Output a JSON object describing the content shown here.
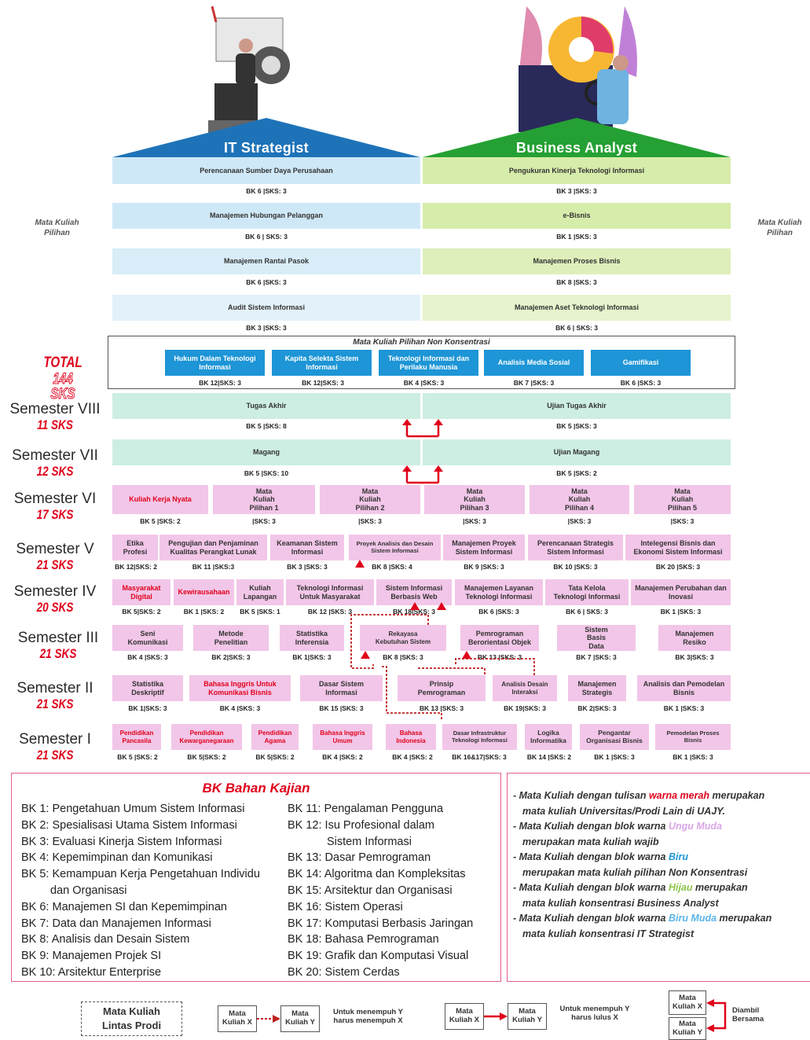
{
  "header": {
    "it_label": "IT Strategist",
    "ba_label": "Business Analyst"
  },
  "side": {
    "left": "Mata Kuliah\nPilihan",
    "right": "Mata Kuliah\nPilihan"
  },
  "it_courses": [
    {
      "name": "Perencanaan Sumber Daya Perusahaan",
      "sks": "BK 6 |SKS: 3"
    },
    {
      "name": "Manajemen Hubungan Pelanggan",
      "sks": "BK 6  | SKS: 3"
    },
    {
      "name": "Manajemen Rantai Pasok",
      "sks": "BK 6 |SKS: 3"
    },
    {
      "name": "Audit Sistem Informasi",
      "sks": "BK 3 |SKS: 3"
    }
  ],
  "ba_courses": [
    {
      "name": "Pengukuran Kinerja Teknologi Informasi",
      "sks": "BK 3 |SKS: 3"
    },
    {
      "name": "e-Bisnis",
      "sks": "BK 1 |SKS: 3"
    },
    {
      "name": "Manajemen Proses Bisnis",
      "sks": "BK 8 |SKS: 3"
    },
    {
      "name": "Manajemen Aset Teknologi Informasi",
      "sks": "BK 6 | SKS: 3"
    }
  ],
  "non_konsentrasi": {
    "title": "Mata Kuliah Pilihan Non Konsentrasi",
    "courses": [
      {
        "name": "Hukum Dalam Teknologi Informasi",
        "sks": "BK 12|SKS: 3"
      },
      {
        "name": "Kapita Selekta Sistem Informasi",
        "sks": "BK 12|SKS: 3"
      },
      {
        "name": "Teknologi Informasi dan Perilaku Manusia",
        "sks": "BK 4 |SKS: 3"
      },
      {
        "name": "Analisis Media Sosial",
        "sks": "BK 7  |SKS: 3"
      },
      {
        "name": "Gamifikasi",
        "sks": "BK 6  |SKS: 3"
      }
    ]
  },
  "total": {
    "label": "TOTAL",
    "sks": "144 SKS"
  },
  "semesters": [
    {
      "name": "Semester VIII",
      "sks": "11 SKS"
    },
    {
      "name": "Semester VII",
      "sks": "12 SKS"
    },
    {
      "name": "Semester VI",
      "sks": "17 SKS"
    },
    {
      "name": "Semester V",
      "sks": "21 SKS"
    },
    {
      "name": "Semester IV",
      "sks": "20 SKS"
    },
    {
      "name": "Semester III",
      "sks": "21 SKS"
    },
    {
      "name": "Semester II",
      "sks": "21 SKS"
    },
    {
      "name": "Semester I",
      "sks": "21 SKS"
    }
  ],
  "sem8": [
    {
      "name": "Tugas Akhir",
      "sks": "BK 5 |SKS: 8"
    },
    {
      "name": "Ujian Tugas Akhir",
      "sks": "BK 5 |SKS: 3"
    }
  ],
  "sem7": [
    {
      "name": "Magang",
      "sks": "BK 5 |SKS: 10"
    },
    {
      "name": "Ujian Magang",
      "sks": "BK 5 |SKS: 2"
    }
  ],
  "sem6": [
    {
      "name": "Kuliah Kerja Nyata",
      "sks": "BK 5 |SKS: 2"
    },
    {
      "name": "Mata Kuliah Pilihan 1",
      "sks": "|SKS: 3"
    },
    {
      "name": "Mata Kuliah Pilihan 2",
      "sks": "|SKS: 3"
    },
    {
      "name": "Mata Kuliah Pilihan 3",
      "sks": "|SKS: 3"
    },
    {
      "name": "Mata Kuliah Pilihan 4",
      "sks": "|SKS: 3"
    },
    {
      "name": "Mata Kuliah Pilihan 5",
      "sks": "|SKS: 3"
    }
  ],
  "sem5": [
    {
      "name": "Etika Profesi",
      "sks": "BK 12|SKS: 2"
    },
    {
      "name": "Pengujian dan Penjaminan Kualitas Perangkat Lunak",
      "sks": "BK 11 |SKS:3"
    },
    {
      "name": "Keamanan Sistem Informasi",
      "sks": "BK 3 |SKS: 3"
    },
    {
      "name": "Proyek Analisis dan Desain Sistem Informasi",
      "sks": "BK 8 |SKS: 4"
    },
    {
      "name": "Manajemen Proyek Sistem Informasi",
      "sks": "BK 9 |SKS: 3"
    },
    {
      "name": "Perencanaan Strategis Sistem Informasi",
      "sks": "BK 10 |SKS: 3"
    },
    {
      "name": "Intelegensi Bisnis dan Ekonomi Sistem Informasi",
      "sks": "BK 20 |SKS: 3"
    }
  ],
  "sem4": [
    {
      "name": "Masyarakat Digital",
      "sks": "BK 5|SKS: 2"
    },
    {
      "name": "Kewirausahaan",
      "sks": "BK 1 |SKS: 2"
    },
    {
      "name": "Kuliah Lapangan",
      "sks": "BK 5 |SKS: 1"
    },
    {
      "name": "Teknologi Informasi Untuk Masyarakat",
      "sks": "BK 12 |SKS: 3"
    },
    {
      "name": "Sistem Informasi Berbasis Web",
      "sks": "BK 18|SKS: 3"
    },
    {
      "name": "Manajemen Layanan Teknologi Informasi",
      "sks": "BK 6 |SKS: 3"
    },
    {
      "name": "Tata Kelola Teknologi Informasi",
      "sks": "BK 6 | SKS: 3"
    },
    {
      "name": "Manajemen Perubahan dan Inovasi",
      "sks": "BK 1 |SKS: 3"
    }
  ],
  "sem3": [
    {
      "name": "Seni Komunikasi",
      "sks": "BK 4 |SKS: 3"
    },
    {
      "name": "Metode Penelitian",
      "sks": "BK 2|SKS: 3"
    },
    {
      "name": "Statistika Inferensia",
      "sks": "BK 1|SKS: 3"
    },
    {
      "name": "Rekayasa Kebutuhan Sistem",
      "sks": "BK 8 |SKS: 3"
    },
    {
      "name": "Pemrograman Berorientasi Objek",
      "sks": "BK 13 |SKS: 3"
    },
    {
      "name": "Sistem Basis Data",
      "sks": "BK 7 |SKS: 3"
    },
    {
      "name": "Manajemen Resiko",
      "sks": "BK 3|SKS: 3"
    }
  ],
  "sem2": [
    {
      "name": "Statistika Deskriptif",
      "sks": "BK 1|SKS: 3"
    },
    {
      "name": "Bahasa Inggris Untuk Komunikasi Bisnis",
      "sks": "BK 4 |SKS: 3"
    },
    {
      "name": "Dasar Sistem Informasi",
      "sks": "BK 15 |SKS: 3"
    },
    {
      "name": "Prinsip Pemrograman",
      "sks": "BK 13 |SKS: 3"
    },
    {
      "name": "Analisis Desain Interaksi",
      "sks": "BK 19|SKS: 3"
    },
    {
      "name": "Manajemen Strategis",
      "sks": "BK 2|SKS: 3"
    },
    {
      "name": "Analisis dan Pemodelan Bisnis",
      "sks": "BK 1 |SKS: 3"
    }
  ],
  "sem1": [
    {
      "name": "Pendidikan Pancasila",
      "sks": "BK 5 |SKS: 2"
    },
    {
      "name": "Pendidikan Kewarganegaraan",
      "sks": "BK 5|SKS: 2"
    },
    {
      "name": "Pendidikan Agama",
      "sks": "BK 5|SKS: 2"
    },
    {
      "name": "Bahasa Inggris Umum",
      "sks": "BK 4 |SKS: 2"
    },
    {
      "name": "Bahasa Indonesia",
      "sks": "BK 4 |SKS: 2"
    },
    {
      "name": "Dasar Infrastruktur Teknologi Informasi",
      "sks": "BK 16&17|SKS: 3"
    },
    {
      "name": "Logika Informatika",
      "sks": "BK 14 |SKS: 2"
    },
    {
      "name": "Pengantar Organisasi Bisnis",
      "sks": "BK 1 |SKS: 3"
    },
    {
      "name": "Pemodelan Proses Bisnis",
      "sks": "BK 1 |SKS: 3"
    }
  ],
  "bk": {
    "title": "BK Bahan Kajian",
    "left": [
      "BK 1: Pengetahuan Umum Sistem Informasi",
      "BK 2: Spesialisasi Utama Sistem Informasi",
      "BK 3: Evaluasi Kinerja Sistem Informasi",
      "BK 4: Kepemimpinan dan Komunikasi",
      "BK 5: Kemampuan Kerja Pengetahuan Individu",
      "dan Organisasi",
      "BK 6: Manajemen SI dan Kepemimpinan",
      "BK 7: Data dan Manajemen Informasi",
      "BK 8: Analisis dan Desain Sistem",
      "BK 9: Manajemen Projek SI",
      "BK 10: Arsitektur Enterprise"
    ],
    "right": [
      "BK 11: Pengalaman Pengguna",
      "BK 12: Isu Profesional dalam",
      "Sistem Informasi",
      "BK 13: Dasar Pemrograman",
      "BK 14: Algoritma dan Kompleksitas",
      "BK 15: Arsitektur dan Organisasi",
      "BK 16: Sistem Operasi",
      "BK 17: Komputasi Berbasis Jaringan",
      "BK 18: Bahasa Pemrograman",
      "BK 19: Grafik dan Komputasi Visual",
      "BK 20: Sistem Cerdas"
    ]
  },
  "legend": {
    "l1a": "- Mata Kuliah dengan tulisan ",
    "l1b": "warna merah",
    "l1c": " merupakan",
    "l2": "mata kuliah Universitas/Prodi Lain di UAJY.",
    "l3a": "- Mata Kuliah dengan blok warna ",
    "l3b": "Ungu Muda",
    "l4": "merupakan mata kuliah wajib",
    "l5a": "- Mata Kuliah dengan blok warna ",
    "l5b": "Biru",
    "l6": "merupakan mata kuliah pilihan Non Konsentrasi",
    "l7a": "- Mata Kuliah dengan blok warna ",
    "l7b": "Hijau",
    "l7c": " merupakan",
    "l8": "mata kuliah konsentrasi Business Analyst",
    "l9a": "- Mata Kuliah dengan blok warna ",
    "l9b": "Biru Muda",
    "l9c": " merupakan",
    "l10": "mata kuliah konsentrasi IT Strategist"
  },
  "bottom": {
    "lintas": "Mata Kuliah\nLintas Prodi",
    "mkx": "Mata\nKuliah X",
    "mky": "Mata\nKuliah Y",
    "note1": "Untuk menempuh Y\nharus menempuh X",
    "note2": "Untuk menempuh Y\nharus lulus X",
    "note3": "Diambil\nBersama"
  },
  "colors": {
    "it": "#cfe8f7",
    "ba": "#d6ecab",
    "pink": "#f2c6e8",
    "blue": "#1d95d6",
    "red": "#e0001b",
    "teal": "#cdeee2"
  }
}
